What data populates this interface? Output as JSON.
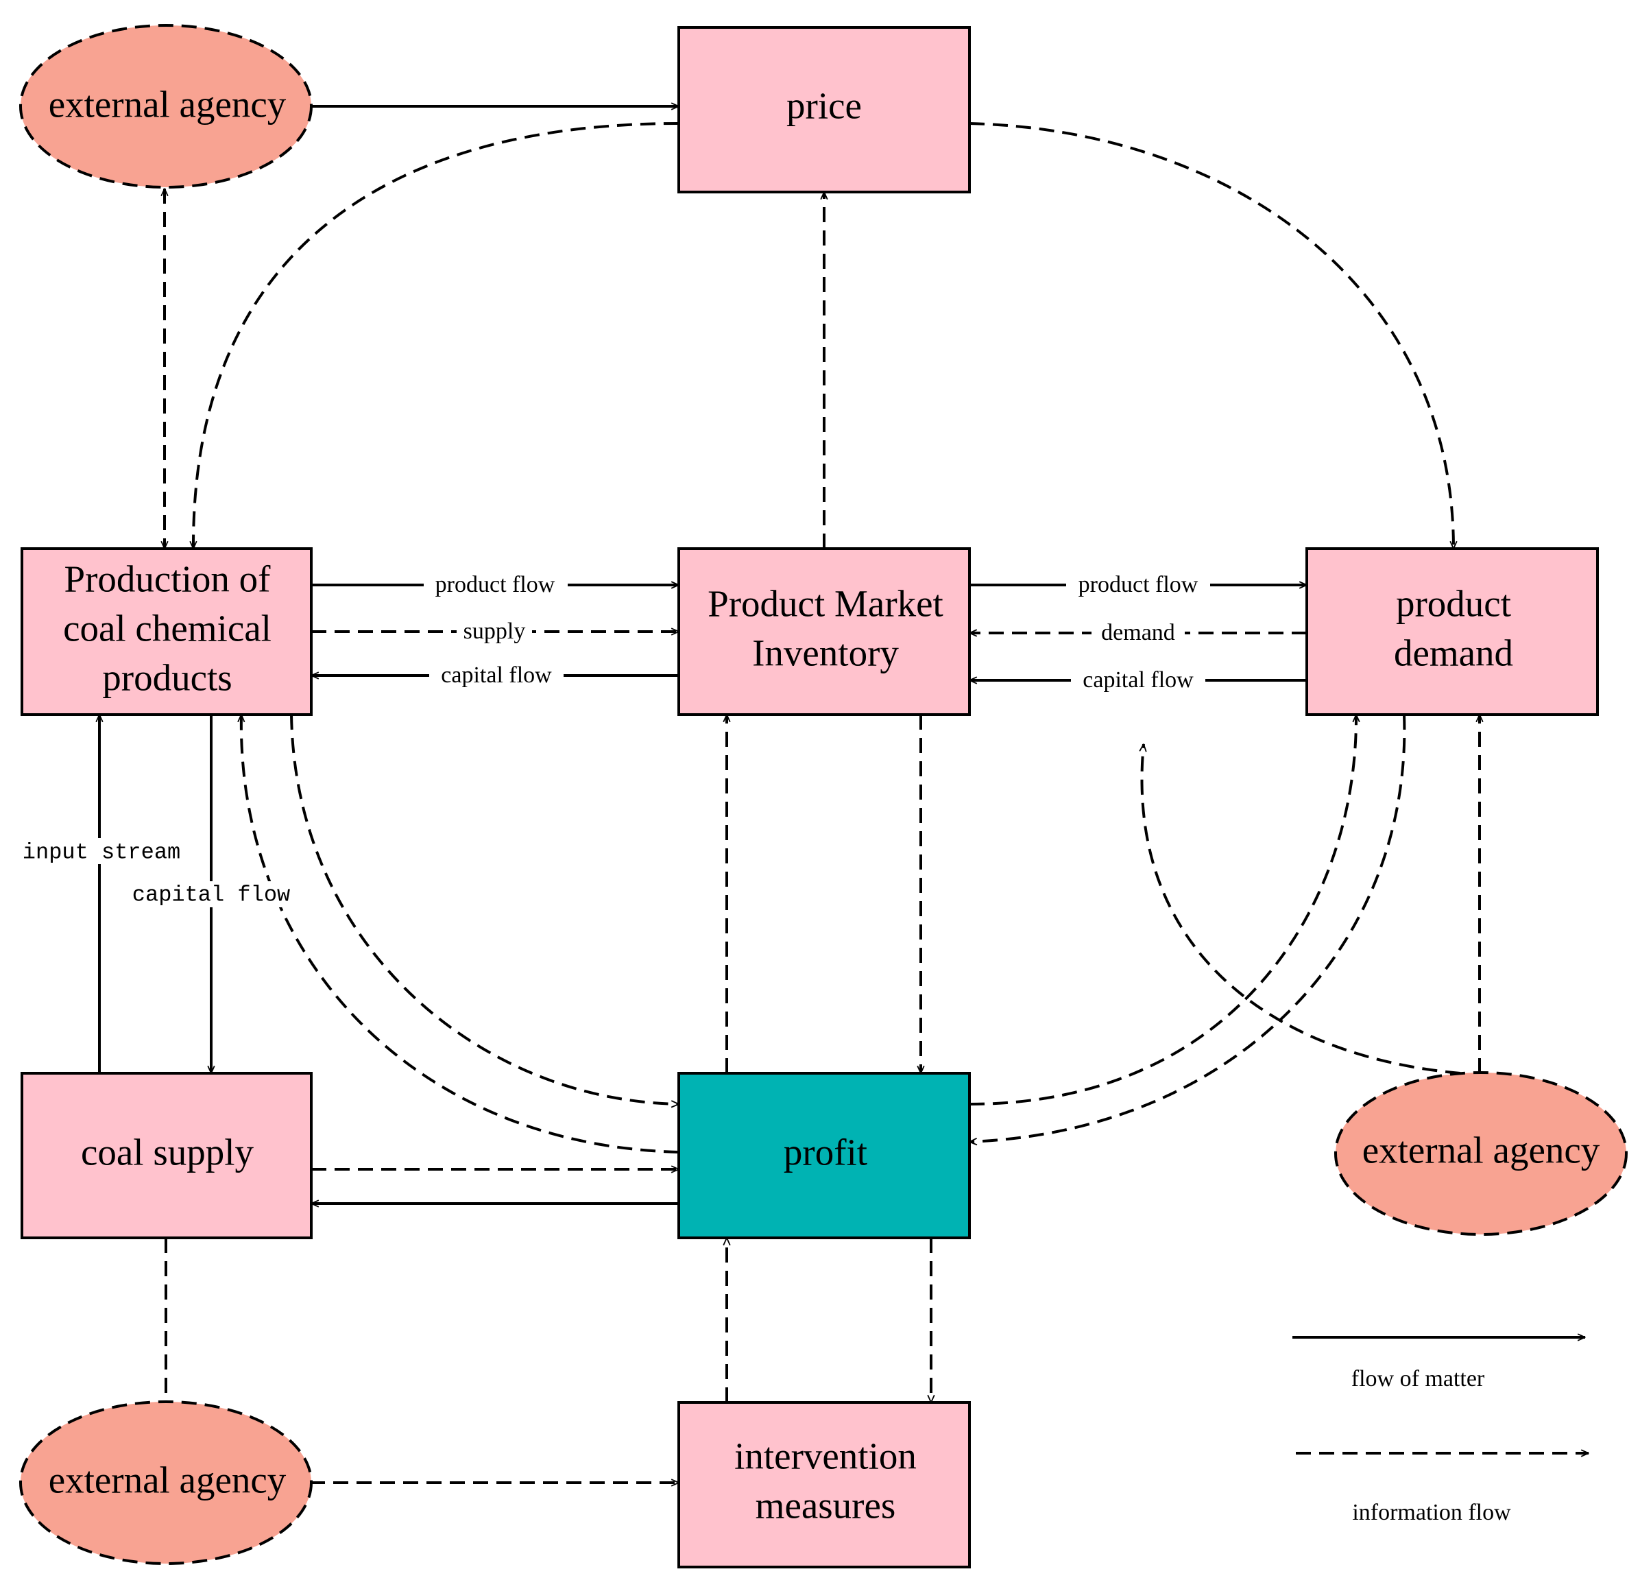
{
  "nodes": {
    "price": "price",
    "production_line1": "Production of",
    "production_line2": "coal chemical",
    "production_line3": "products",
    "inventory_line1": "Product Market",
    "inventory_line2": "Inventory",
    "demand_line1": "product",
    "demand_line2": "demand",
    "coal_supply": "coal supply",
    "profit": "profit",
    "intervention_line1": "intervention",
    "intervention_line2": "measures",
    "external_agency_top": "external agency",
    "external_agency_right": "external agency",
    "external_agency_bottom": "external agency"
  },
  "edge_labels": {
    "prod_to_inv_product_flow": "product flow",
    "prod_to_inv_supply": "supply",
    "inv_to_prod_capital_flow": "capital flow",
    "inv_to_dem_product_flow": "product flow",
    "dem_to_inv_demand": "demand",
    "dem_to_inv_capital_flow": "capital flow",
    "input_stream": "input stream",
    "capital_flow_vertical": "capital flow"
  },
  "legend": {
    "flow_of_matter": "flow of matter",
    "information_flow": "information flow"
  },
  "colors": {
    "box_fill": "#ffc2cd",
    "profit_fill": "#00b3b3",
    "ellipse_fill": "#f8a392"
  }
}
